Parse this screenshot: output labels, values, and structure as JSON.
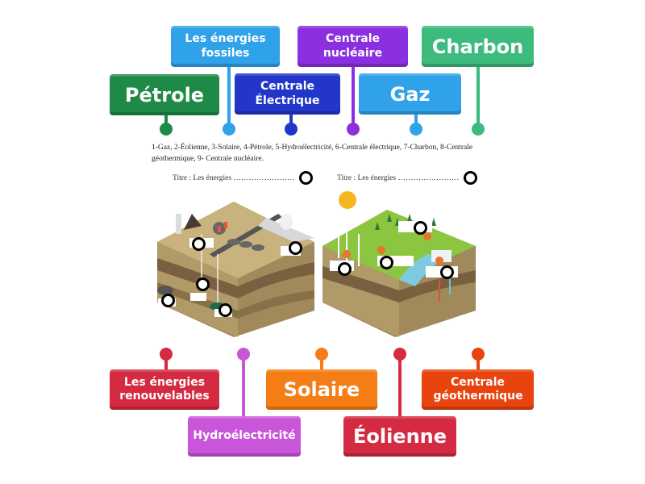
{
  "worksheet": {
    "legend_line1": "1-Gaz, 2-Éolienne, 3-Solaire, 4-Pétrole, 5-Hydroélectricité, 6-Centrale électrique, 7-Charbon, 8-Centrale",
    "legend_line2": "géothermique, 9- Centrale nucléaire.",
    "title_left": "Titre : Les énergies ……………………",
    "title_right": "Titre : Les énergies ……………………"
  },
  "labels_top": [
    {
      "text": "Pétrole",
      "color": "#1f8a47"
    },
    {
      "text": "Les énergies fossiles",
      "color": "#2fa2ea"
    },
    {
      "text": "Centrale Électrique",
      "color": "#2236c9"
    },
    {
      "text": "Centrale nucléaire",
      "color": "#8b30e0"
    },
    {
      "text": "Gaz",
      "color": "#2fa2ea"
    },
    {
      "text": "Charbon",
      "color": "#3dba7e"
    }
  ],
  "labels_bottom": [
    {
      "text": "Les énergies renouvelables",
      "color": "#d42b42"
    },
    {
      "text": "Hydroélectricité",
      "color": "#c955d9"
    },
    {
      "text": "Solaire",
      "color": "#f57d15"
    },
    {
      "text": "Éolienne",
      "color": "#d42b42"
    },
    {
      "text": "Centrale géothermique",
      "color": "#e8440f"
    }
  ]
}
